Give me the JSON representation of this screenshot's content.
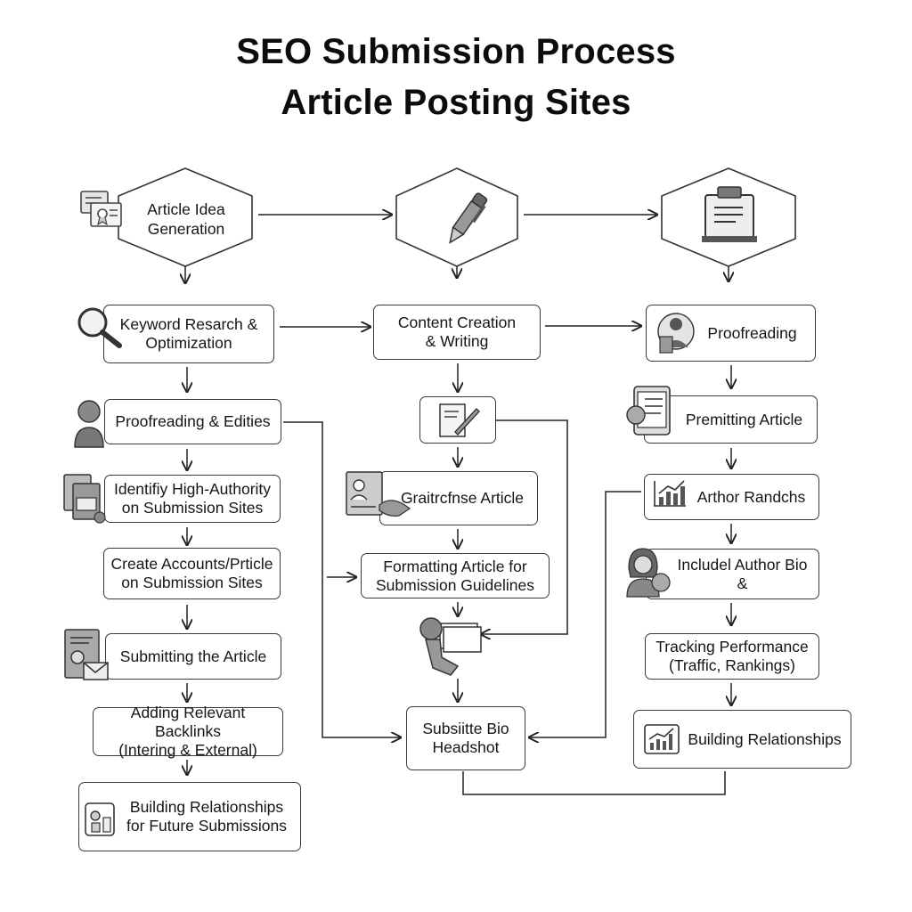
{
  "title": {
    "line1": "SEO Submission Process",
    "line2": "Article Posting Sites"
  },
  "hexagons": {
    "idea": "Article Idea\nGeneration"
  },
  "left": {
    "keyword": "Keyword Resarch &\nOptimization",
    "proof": "Proofreading & Edities",
    "identify": "Identifiy High-Authority\non Submission Sites",
    "create": "Create Accounts/Prticle\non Submission Sites",
    "submit": "Submitting the Article",
    "backlinks": "Adding Relevant Backlinks\n(Intering & External)",
    "relationships": "Building Relationships\nfor Future Submissions"
  },
  "middle": {
    "content": "Content Creation\n& Writing",
    "graitrchse": "Graitrcfnse Article",
    "formatting": "Formatting Article for\nSubmission Guidelines",
    "bio": "Subsiitte Bio\nHeadshot"
  },
  "right": {
    "proofreading": "Proofreading",
    "premitting": "Premitting Article",
    "arthor": "Arthor Randchs",
    "include": "Includel Author Bio &",
    "tracking": "Tracking Performance\n(Traffic, Rankings)",
    "relationships": "Building Relationships"
  },
  "icons": [
    "certificate-icon",
    "pen-icon",
    "clipboard-icon",
    "magnifier-icon",
    "person-icon",
    "edit-document-icon",
    "documents-icon",
    "id-card-icon",
    "person-document-icon",
    "gear-mail-icon",
    "tablet-icon",
    "bar-chart-icon",
    "woman-icon",
    "trend-chart-icon",
    "relationship-doc-icon"
  ]
}
